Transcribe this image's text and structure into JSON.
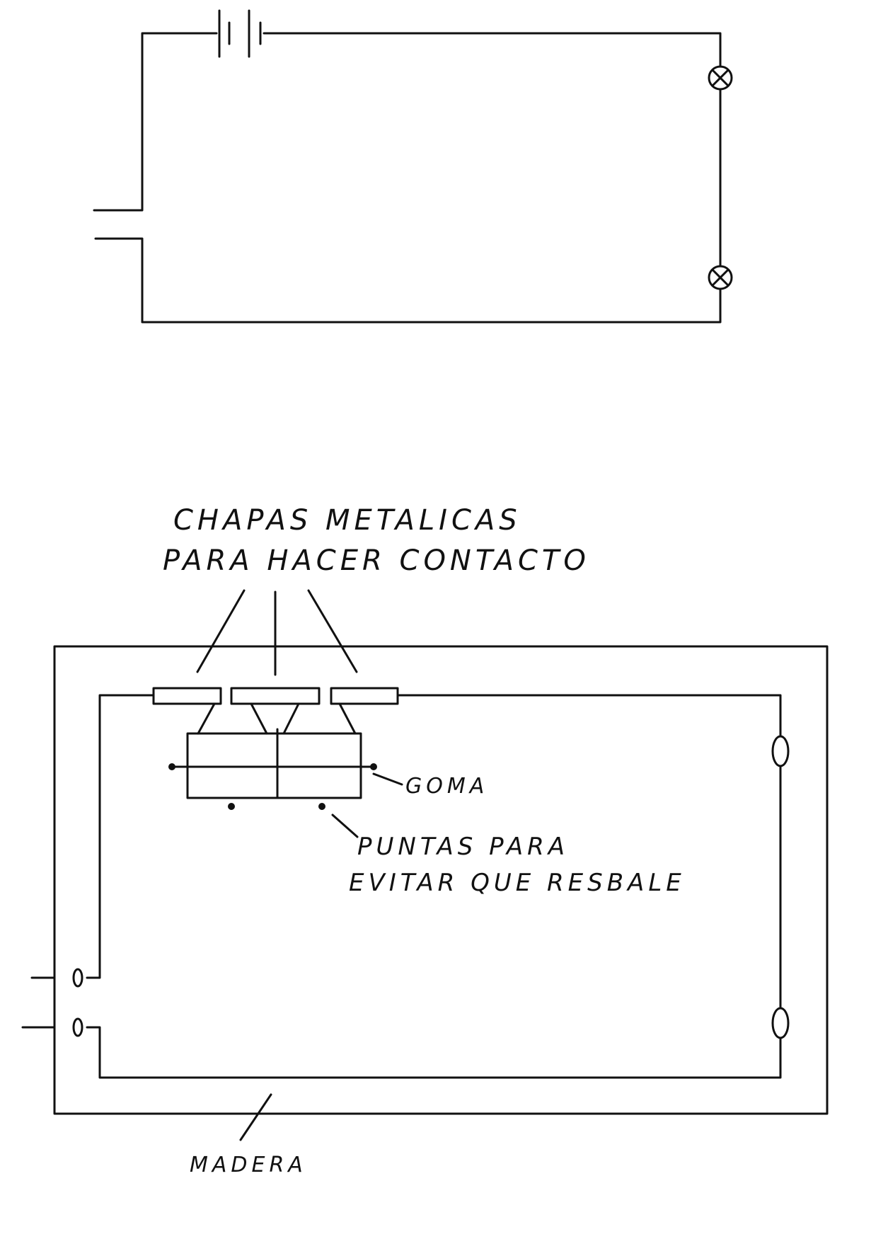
{
  "labels": {
    "plates_line1": "CHAPAS METALICAS",
    "plates_line2": "PARA HACER CONTACTO",
    "rubber": "GOMA",
    "spikes_line1": "PUNTAS PARA",
    "spikes_line2": "EVITAR QUE RESBALE",
    "wood": "MADERA"
  },
  "ink_color": "#111111",
  "background": "#ffffff"
}
